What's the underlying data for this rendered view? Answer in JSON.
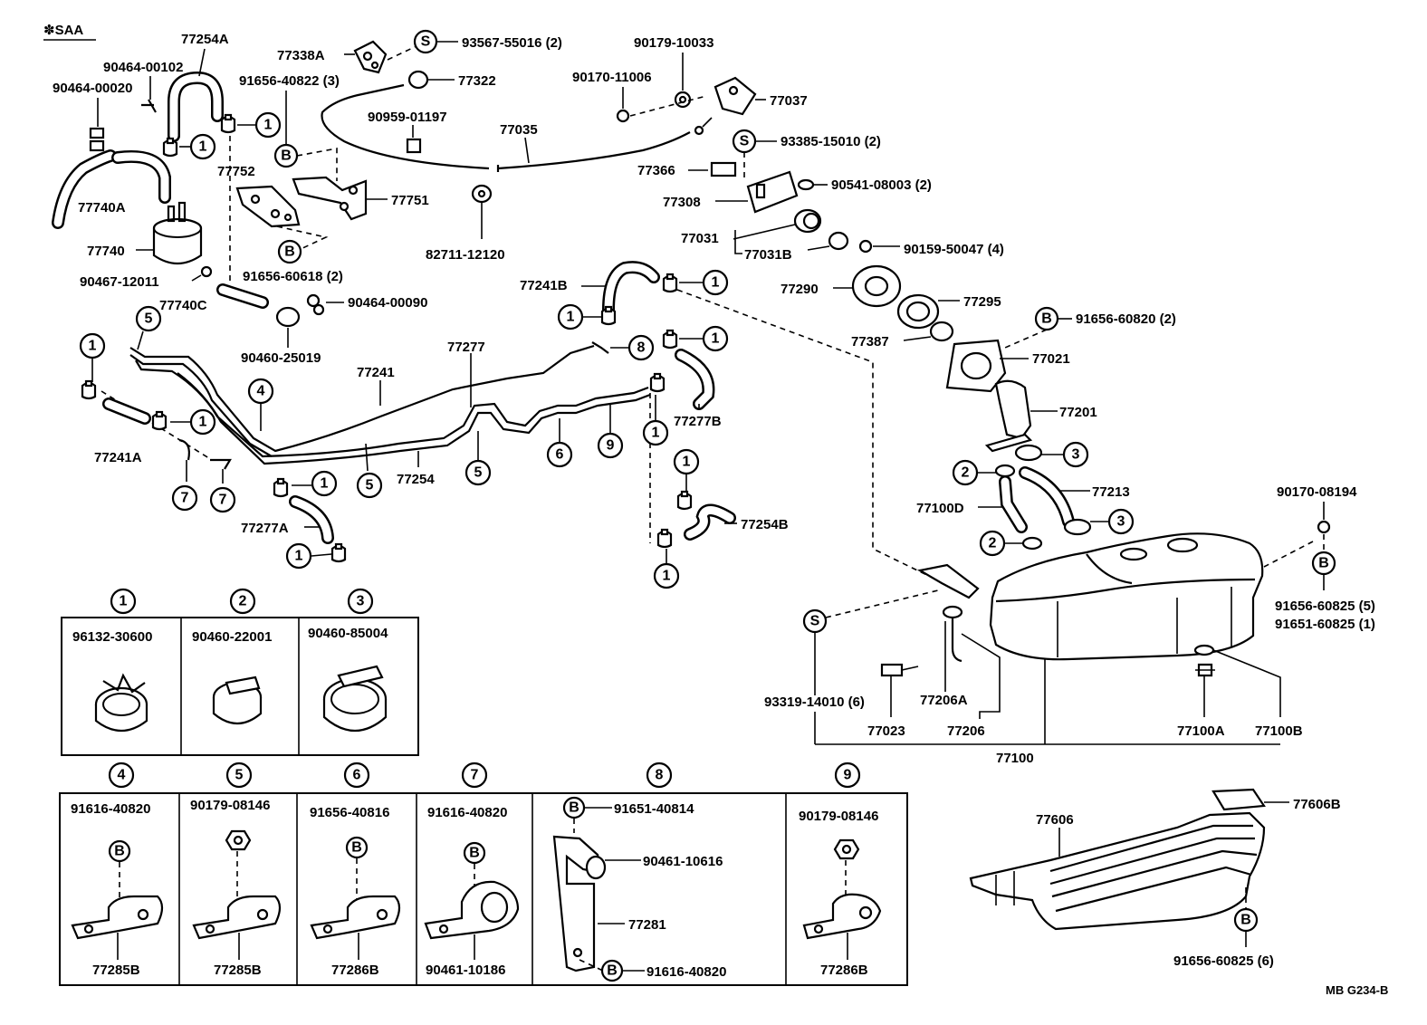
{
  "header": {
    "title": "✽SAA",
    "ref": "MB G234-B"
  },
  "symbols": {
    "S": "S",
    "B": "B"
  },
  "parts": {
    "p77254A": "77254A",
    "p90464_00102": "90464-00102",
    "p90464_00020": "90464-00020",
    "p77740A": "77740A",
    "p77740": "77740",
    "p90467_12011": "90467-12011",
    "p77740C": "77740C",
    "p77338A": "77338A",
    "p93567": "93567-55016 (2)",
    "p77322": "77322",
    "p91656_40822": "91656-40822 (3)",
    "p90959": "90959-01197",
    "p77752": "77752",
    "p77751": "77751",
    "p91656_60618": "91656-60618 (2)",
    "p90464_00090": "90464-00090",
    "p90460_25019": "90460-25019",
    "p77035": "77035",
    "p82711": "82711-12120",
    "p90179_10033": "90179-10033",
    "p90170_11006": "90170-11006",
    "p77037": "77037",
    "p93385": "93385-15010 (2)",
    "p77366": "77366",
    "p77308": "77308",
    "p90541": "90541-08003 (2)",
    "p77031": "77031",
    "p77031B": "77031B",
    "p90159": "90159-50047 (4)",
    "p77290": "77290",
    "p77295": "77295",
    "p77387": "77387",
    "p91656_60820": "91656-60820 (2)",
    "p77021": "77021",
    "p77201": "77201",
    "p77213": "77213",
    "p77100D": "77100D",
    "p90170_08194": "90170-08194",
    "p91656_60825_5": "91656-60825 (5)",
    "p91651_60825_1": "91651-60825 (1)",
    "p77241B": "77241B",
    "p77241": "77241",
    "p77277": "77277",
    "p77241A": "77241A",
    "p77254": "77254",
    "p77277B": "77277B",
    "p77277A": "77277A",
    "p77254B": "77254B",
    "p93319": "93319-14010 (6)",
    "p77206A": "77206A",
    "p77023": "77023",
    "p77206": "77206",
    "p77100": "77100",
    "p77100A": "77100A",
    "p77100B": "77100B",
    "p77606": "77606",
    "p77606B": "77606B",
    "p91656_60825_6": "91656-60825 (6)"
  },
  "callouts": {
    "c1": "1",
    "c2": "2",
    "c3": "3",
    "c4": "4",
    "c5": "5",
    "c6": "6",
    "c7": "7",
    "c8": "8",
    "c9": "9"
  },
  "legend": [
    {
      "num": "1",
      "part": "96132-30600"
    },
    {
      "num": "2",
      "part": "90460-22001"
    },
    {
      "num": "3",
      "part": "90460-85004"
    },
    {
      "num": "4",
      "part": "91616-40820",
      "sub": "77285B"
    },
    {
      "num": "5",
      "part": "90179-08146",
      "sub": "77285B"
    },
    {
      "num": "6",
      "part": "91656-40816",
      "sub": "77286B"
    },
    {
      "num": "7",
      "part": "91616-40820",
      "sub": "90461-10186"
    },
    {
      "num": "8",
      "part": "91651-40814",
      "mid": "90461-10616",
      "mid2": "77281",
      "bot": "91616-40820"
    },
    {
      "num": "9",
      "part": "90179-08146",
      "sub": "77286B"
    }
  ]
}
